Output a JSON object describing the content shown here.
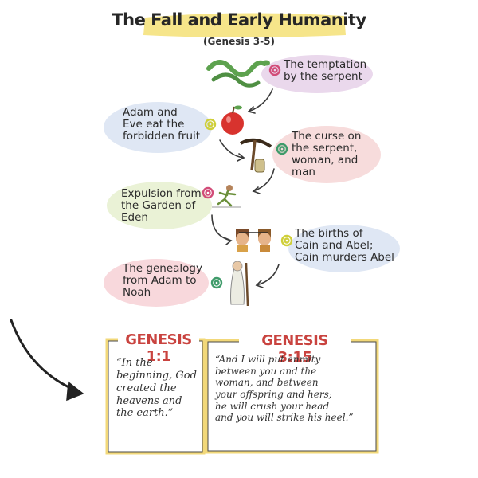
{
  "title": "The Fall and Early Humanity",
  "subtitle": "(Genesis 3-5)",
  "steps": [
    {
      "label": "The temptation\nby the serpent",
      "bubble": "#ead8ec",
      "ring": "#d24d79"
    },
    {
      "label": "Adam and\nEve eat the\nforbidden fruit",
      "bubble": "#dfe7f4",
      "ring": "#cfcf3a"
    },
    {
      "label": "The curse on\nthe serpent,\nwoman, and\nman",
      "bubble": "#f7dcdc",
      "ring": "#3f9b6a"
    },
    {
      "label": "Expulsion from\nthe Garden of\nEden",
      "bubble": "#eaf2d6",
      "ring": "#d24d79"
    },
    {
      "label": "The births of\nCain and Abel;\nCain murders Abel",
      "bubble": "#dfe7f4",
      "ring": "#cfcf3a"
    },
    {
      "label": "The genealogy\nfrom Adam to\nNoah",
      "bubble": "#f8d8dc",
      "ring": "#3f9b6a"
    }
  ],
  "cards": [
    {
      "heading": "GENESIS 1:1",
      "quote": "“In the\nbeginning, God\ncreated the\nheavens and\nthe earth.”"
    },
    {
      "heading": "GENESIS 3:15",
      "quote": "“And I will put enmity\nbetween you and the\nwoman, and between\nyour offspring and hers;\nhe will crush your head\nand you will strike his heel.”"
    }
  ],
  "colors": {
    "title_highlight": "#f6e58a",
    "card_border": "#f2d879",
    "card_heading": "#c9433f",
    "arrow": "#3a3a3a"
  },
  "icons": [
    "snake-icon",
    "apple-icon",
    "pickaxe-jar-icon",
    "running-figure-icon",
    "brothers-icon",
    "old-man-staff-icon",
    "spiral-icon",
    "curved-arrow-icon"
  ]
}
